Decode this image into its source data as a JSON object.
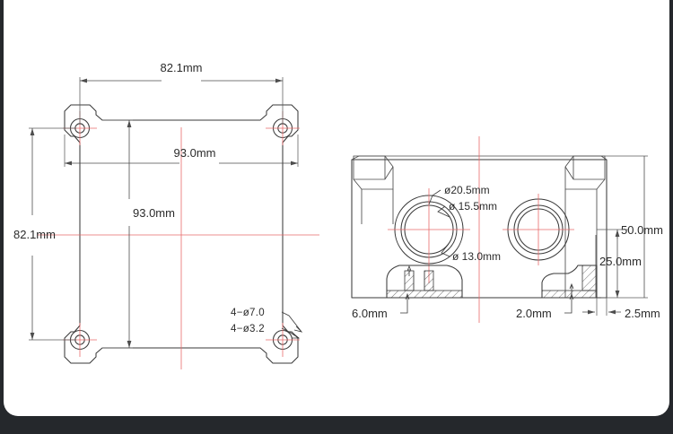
{
  "document": {
    "title": "Mechanical Part Technical Drawing",
    "background_color": "#25282c",
    "sheet_color": "#ffffff",
    "line_color": "#3a3a3a",
    "centerline_color": "#e86a6a"
  },
  "views": {
    "left": {
      "name": "top-view-mounting-plate",
      "dimensions": {
        "top_horizontal": "82.1mm",
        "left_vertical": "82.1mm",
        "inner_horizontal": "93.0mm",
        "inner_vertical": "93.0mm"
      },
      "callouts": {
        "hole_outer": "4−ø7.0",
        "hole_inner": "4−ø3.2"
      }
    },
    "right": {
      "name": "side-section-view",
      "callouts": {
        "bore_outer": "ø20.5mm",
        "bore_middle": "ø 15.5mm",
        "bore_inner": "ø 13.0mm"
      },
      "dimensions": {
        "height_total": "50.0mm",
        "height_lower": "25.0mm",
        "left_offset": "6.0mm",
        "right_offset": "2.0mm",
        "wall_thickness": "2.5mm"
      }
    }
  }
}
